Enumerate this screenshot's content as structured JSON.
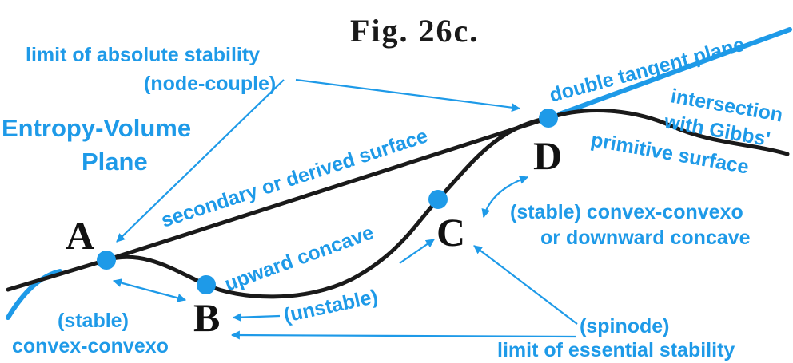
{
  "figure": {
    "title": "Fig. 26c."
  },
  "points": {
    "A": "A",
    "B": "B",
    "C": "C",
    "D": "D"
  },
  "labels": {
    "limit_absolute_1": "limit of absolute stability",
    "limit_absolute_2": "(node-couple)",
    "plane_1": "Entropy-Volume",
    "plane_2": "Plane",
    "double_tangent": "double tangent plane",
    "intersection_1": "intersection",
    "intersection_2": "with Gibbs'",
    "intersection_3": "primitive surface",
    "secondary": "secondary or derived surface",
    "upward_concave": "upward concave",
    "unstable": "(unstable)",
    "stable_cc_1": "(stable) convex-convexo",
    "stable_cc_2": "or downward concave",
    "stable_left_1": "(stable)",
    "stable_left_2": "convex-convexo",
    "spinode_1": "(spinode)",
    "spinode_2": "limit of essential stability"
  },
  "colors": {
    "accent": "#1e9ae8",
    "ink": "#1a1a1a"
  }
}
